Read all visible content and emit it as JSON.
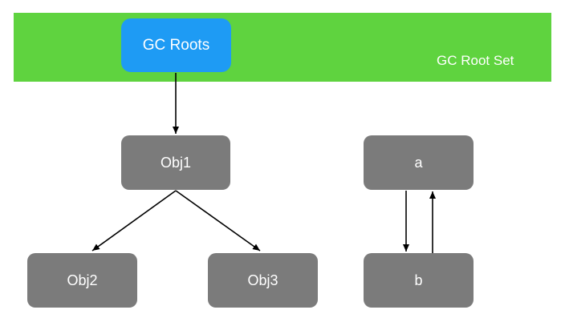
{
  "diagram": {
    "root_set_label": "GC Root Set",
    "nodes": {
      "gc_roots": "GC Roots",
      "obj1": "Obj1",
      "obj2": "Obj2",
      "obj3": "Obj3",
      "a": "a",
      "b": "b"
    },
    "edges": [
      {
        "from": "GC Roots",
        "to": "Obj1"
      },
      {
        "from": "Obj1",
        "to": "Obj2"
      },
      {
        "from": "Obj1",
        "to": "Obj3"
      },
      {
        "from": "a",
        "to": "b"
      },
      {
        "from": "b",
        "to": "a"
      }
    ],
    "colors": {
      "root_set_band": "#5fd33f",
      "gc_roots_node": "#1e9bf4",
      "object_node": "#7b7b7b",
      "arrow": "#000000",
      "text": "#ffffff"
    }
  }
}
